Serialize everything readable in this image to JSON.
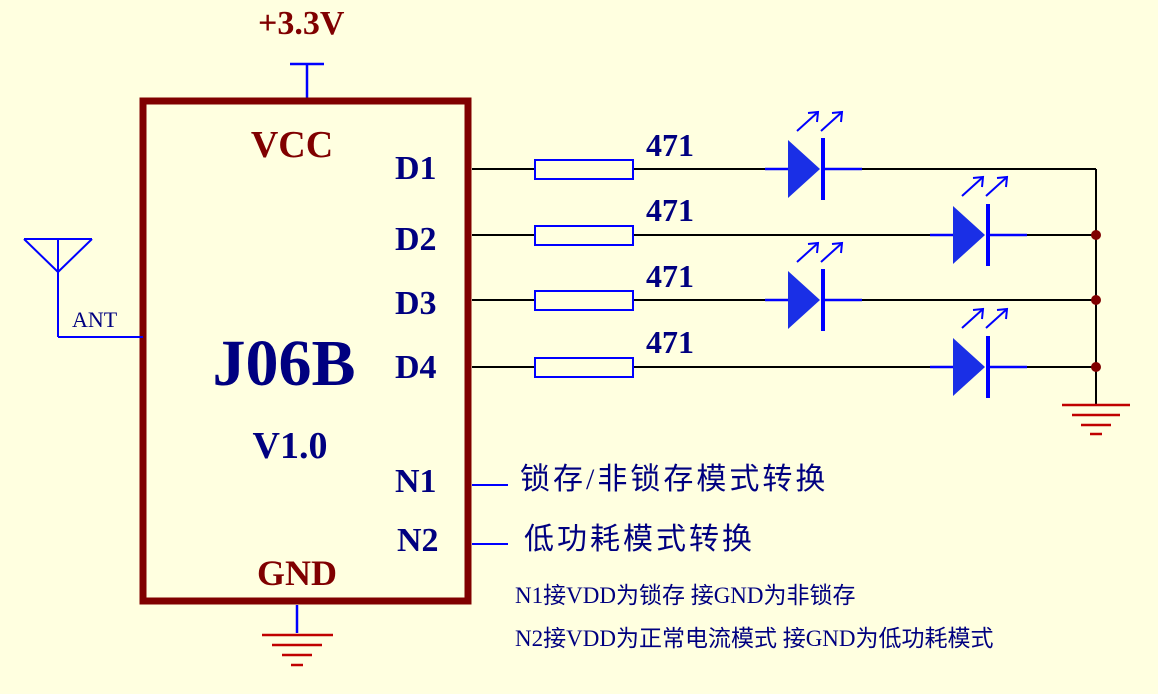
{
  "power": {
    "label": "+3.3V"
  },
  "chip": {
    "name": "J06B",
    "version": "V1.0",
    "vcc_label": "VCC",
    "gnd_label": "GND"
  },
  "antenna": {
    "label": "ANT"
  },
  "pins": {
    "d1": "D1",
    "d2": "D2",
    "d3": "D3",
    "d4": "D4",
    "n1": "N1",
    "n2": "N2"
  },
  "resistors": {
    "r1": "471",
    "r2": "471",
    "r3": "471",
    "r4": "471"
  },
  "descriptions": {
    "n1": "锁存/非锁存模式转换",
    "n2": "低功耗模式转换"
  },
  "notes": {
    "n1": "N1接VDD为锁存 接GND为非锁存",
    "n2": "N2接VDD为正常电流模式 接GND为低功耗模式"
  },
  "colors": {
    "background": "#FFFFE0",
    "chip_outline": "#800000",
    "chip_text_red": "#800000",
    "chip_text_blue": "#000080",
    "wire": "#000000",
    "component_blue": "#0000FF",
    "led_blue": "#1a2fe6",
    "ground_red": "#C00000"
  },
  "icons": {
    "antenna": "antenna-icon",
    "ground": "ground-icon",
    "power": "power-tee-icon",
    "led": "led-icon",
    "resistor": "resistor-icon"
  }
}
